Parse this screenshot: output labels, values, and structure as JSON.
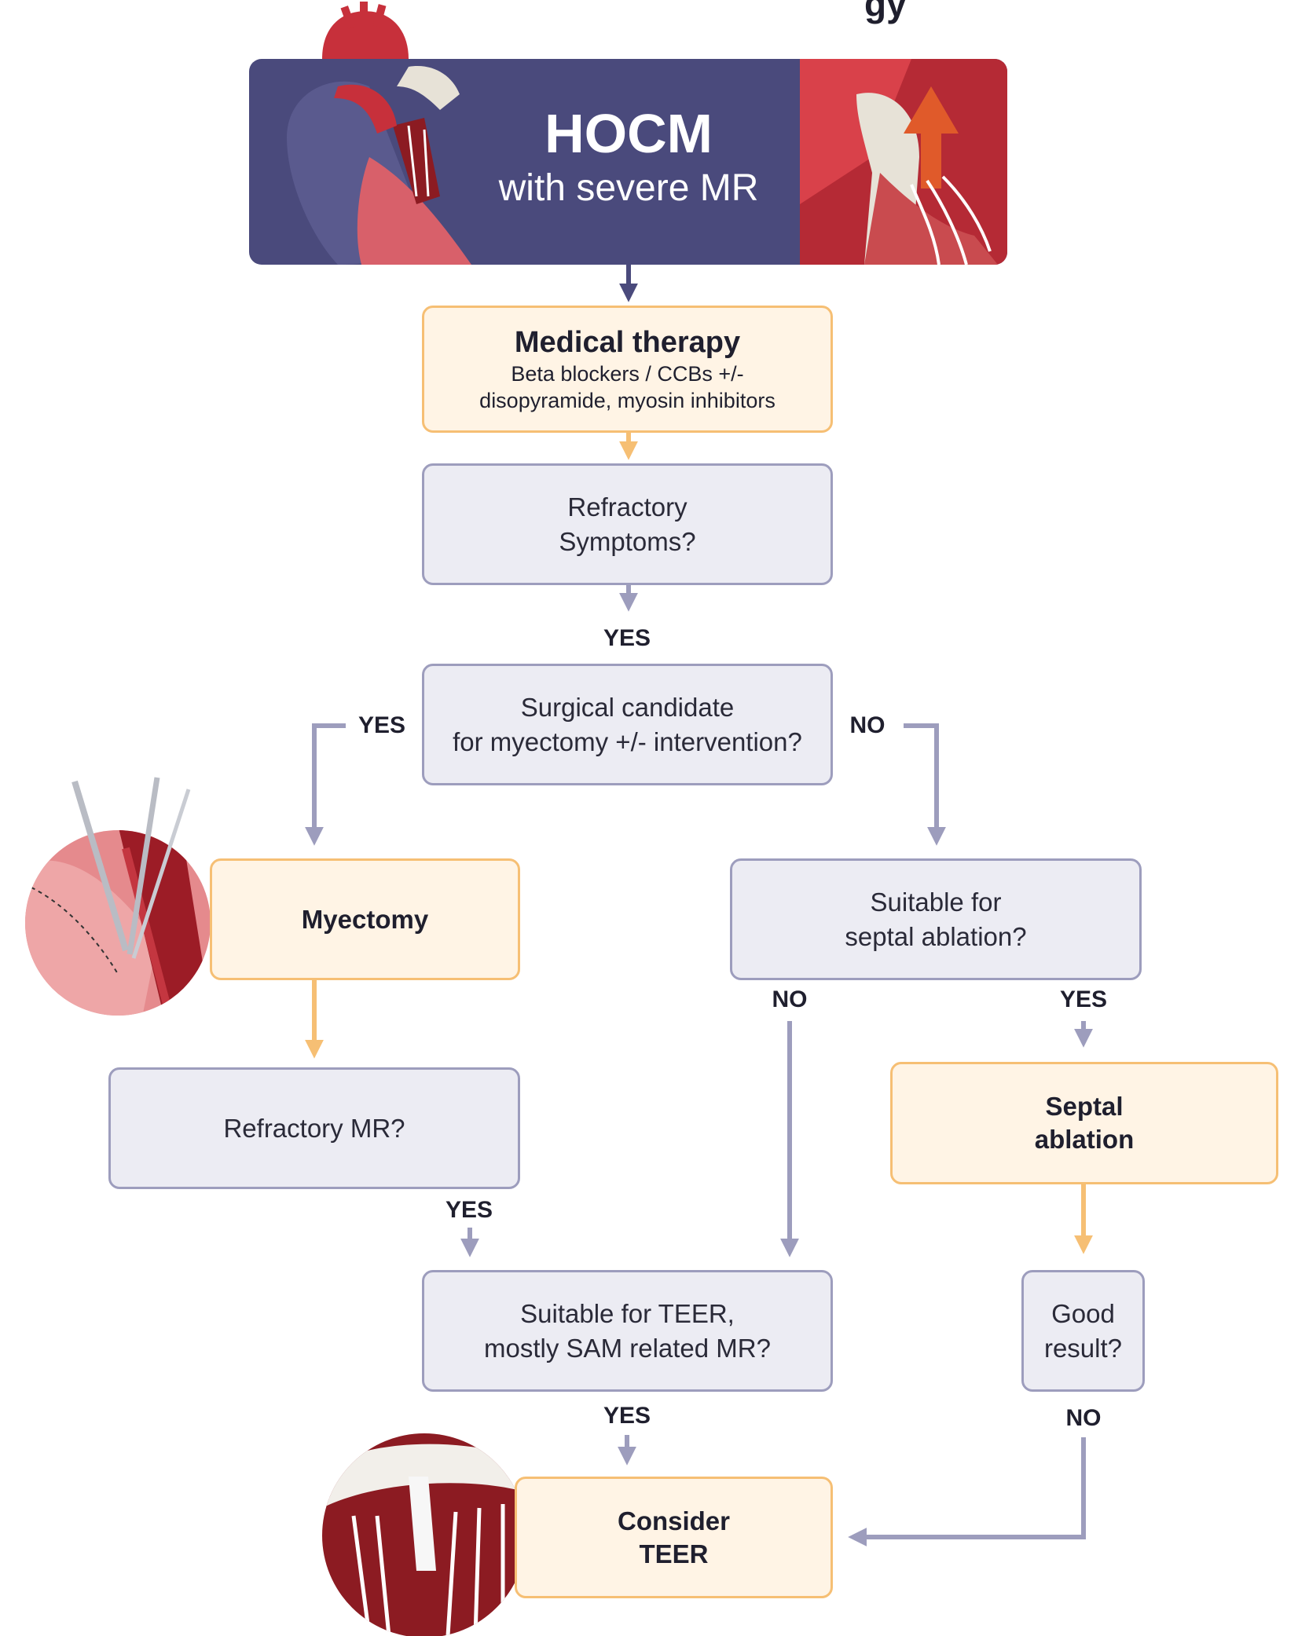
{
  "header_cut_text": "gy",
  "hero": {
    "title": "HOCM",
    "subtitle": "with severe MR",
    "color_band": "#4a4a7c",
    "color_heart": "#b52a35"
  },
  "nodes": {
    "medical_therapy": {
      "title": "Medical therapy",
      "line1": "Beta blockers / CCBs +/-",
      "line2": "disopyramide, myosin inhibitors"
    },
    "refractory_symptoms": {
      "line1": "Refractory",
      "line2": "Symptoms?"
    },
    "surgical_candidate": {
      "line1": "Surgical candidate",
      "line2": "for myectomy +/- intervention?"
    },
    "myectomy": {
      "title": "Myectomy"
    },
    "septal_suitable": {
      "line1": "Suitable for",
      "line2": "septal ablation?"
    },
    "refractory_mr": {
      "line1": "Refractory MR?"
    },
    "septal_ablation": {
      "line1": "Septal",
      "line2": "ablation"
    },
    "teer_suitable": {
      "line1": "Suitable for TEER,",
      "line2": "mostly SAM related MR?"
    },
    "good_result": {
      "line1": "Good",
      "line2": "result?"
    },
    "consider_teer": {
      "line1": "Consider",
      "line2": "TEER"
    }
  },
  "labels": {
    "yes_after_symptoms": "YES",
    "yes_to_myectomy": "YES",
    "no_to_septal": "NO",
    "no_from_septal": "NO",
    "yes_from_septal": "YES",
    "yes_after_refractory_mr": "YES",
    "yes_after_teer": "YES",
    "no_after_result": "NO"
  },
  "colors": {
    "gray_arrow": "#9d9dbd",
    "orange_arrow": "#f6bf74",
    "dark_arrow": "#4a4a7c",
    "gray_fill": "#ececf3",
    "orange_fill": "#fff4e5"
  }
}
